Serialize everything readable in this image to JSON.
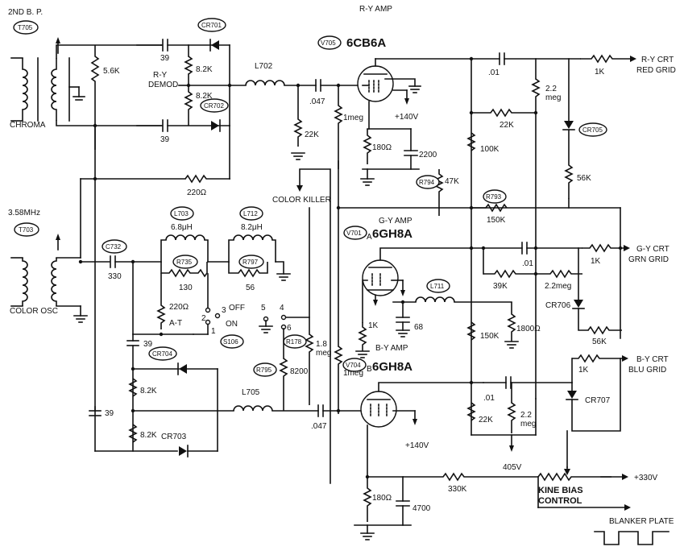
{
  "labels": {
    "second_bp": "2ND B. P.",
    "t705": "T705",
    "chroma": "CHROMA",
    "r_5_6k": "5.6K",
    "c39a": "39",
    "cr701": "CR701",
    "r_8_2k_a": "8.2K",
    "ry_demod_1": "R-Y",
    "ry_demod_2": "DEMOD",
    "r_8_2k_b": "8.2K",
    "cr702": "CR702",
    "c39b": "39",
    "l702": "L702",
    "c047a": ".047",
    "r22k_a": "22K",
    "r1meg_a": "1meg",
    "ry_amp": "R-Y AMP",
    "v705": "V705",
    "tube_6cb6a": "6CB6A",
    "plus140_a": "+140V",
    "r180_a": "180Ω",
    "c2200": "2200",
    "c01_a": ".01",
    "r1k_a": "1K",
    "ry_crt_1": "R-Y CRT",
    "ry_crt_2": "RED GRID",
    "r22meg_a1": "2.2",
    "r22meg_a2": "meg",
    "r22k_b": "22K",
    "r100k": "100K",
    "cr705": "CR705",
    "r56k_a": "56K",
    "r220_a": "220Ω",
    "color_killer": "COLOR KILLER",
    "r794": "R794",
    "r47k": "47K",
    "r793": "R793",
    "r150k_a": "150K",
    "freq": "3.58MHz",
    "t703": "T703",
    "color_osc": "COLOR OSC",
    "c732": "C732",
    "c330": "330",
    "l703": "L703",
    "l703_val": "6.8μH",
    "r735": "R735",
    "r130": "130",
    "l712": "L712",
    "l712_val": "8.2μH",
    "r797": "R797",
    "r56": "56",
    "gy_amp": "G-Y AMP",
    "v701": "V701",
    "v701_sub": "A",
    "tube_6gh8a_a": "6GH8A",
    "c01_b": ".01",
    "r1k_b": "1K",
    "gy_crt_1": "G-Y CRT",
    "gy_crt_2": "GRN GRID",
    "r39k": "39K",
    "r22meg_b": "2.2meg",
    "cr706": "CR706",
    "r56k_b": "56K",
    "l711": "L711",
    "r1k_c": "1K",
    "c68": "68",
    "r150k_b": "150K",
    "r1800": "1800Ω",
    "r220_b": "220Ω",
    "at": "A-T",
    "sw_3": "3",
    "sw_off": "OFF",
    "sw_on": "ON",
    "sw_1": "1",
    "sw_2": "2",
    "s106": "S106",
    "sw_5": "5",
    "sw_4": "4",
    "sw_6": "6",
    "r178": "R178",
    "r18meg_1": "1.8",
    "r18meg_2": "meg",
    "c39c": "39",
    "cr704": "CR704",
    "r_8_2k_c": "8.2K",
    "r795": "R795",
    "r8200": "8200",
    "r1meg_b": "1meg",
    "by_amp": "B-Y AMP",
    "v704": "V704",
    "v704_sub": "B",
    "tube_6gh8a_b": "6GH8A",
    "r1k_d": "1K",
    "by_crt_1": "B-Y CRT",
    "by_crt_2": "BLU GRID",
    "c39d": "39",
    "r_8_2k_d": "8.2K",
    "cr703": "CR703",
    "l705": "L705",
    "c047b": ".047",
    "plus140_b": "+140V",
    "c01_c": ".01",
    "r22k_c": "22K",
    "r22meg_c1": "2.2",
    "r22meg_c2": "meg",
    "cr707": "CR707",
    "v405": "405V",
    "r180_b": "180Ω",
    "c4700": "4700",
    "r330k": "330K",
    "kine_1": "KINE BIAS",
    "kine_2": "CONTROL",
    "plus330": "+330V",
    "blanker": "BLANKER PLATE"
  }
}
